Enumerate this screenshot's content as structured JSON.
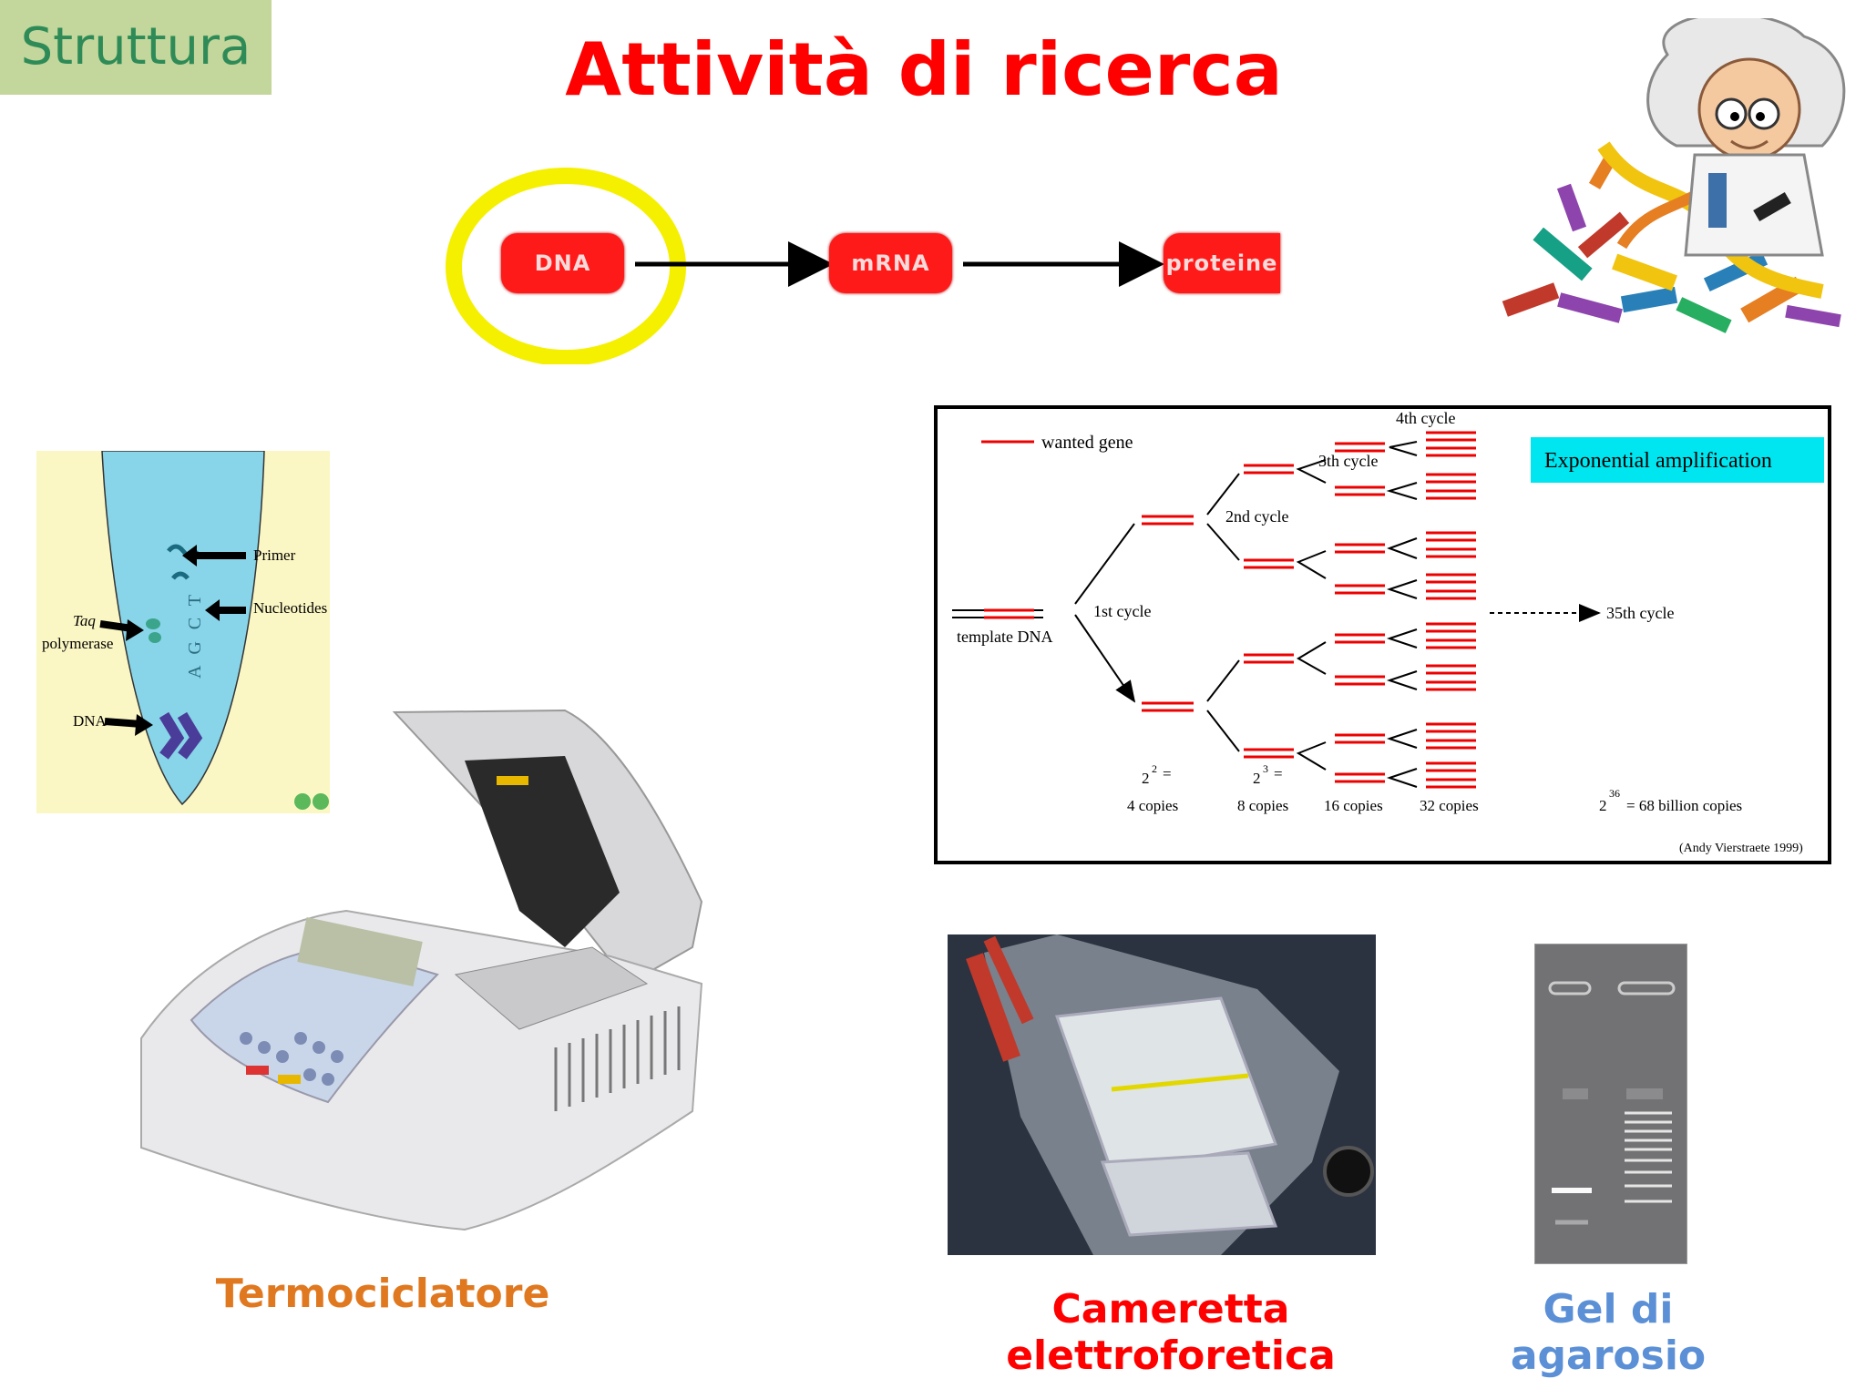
{
  "tag": "Struttura",
  "title": "Attività di ricerca",
  "flow": {
    "dna": "DNA",
    "mrna": "mRNA",
    "protein": "proteine"
  },
  "tube": {
    "primer": "Primer",
    "nucleotides": "Nucleotides",
    "taq_a": "Taq",
    "taq_b": "polymerase",
    "dna": "DNA",
    "bases": "A G C T"
  },
  "pcr": {
    "wanted": "wanted gene",
    "template": "template DNA",
    "c1": "1st cycle",
    "c2": "2nd cycle",
    "c3": "3th cycle",
    "c4": "4th cycle",
    "c35": "35th cycle",
    "exp": "Exponential amplification",
    "n4": "4 copies",
    "n8": "8 copies",
    "n16": "16 copies",
    "n32": "32 copies",
    "billion": "= 68 billion copies",
    "credit": "(Andy Vierstraete 1999)",
    "two": "2",
    "eq": "=",
    "e2": "2",
    "e3": "3",
    "e36": "36"
  },
  "captions": {
    "thermo": "Termociclatore",
    "chamber": "Cameretta elettroforetica",
    "gel": "Gel di agarosio"
  }
}
